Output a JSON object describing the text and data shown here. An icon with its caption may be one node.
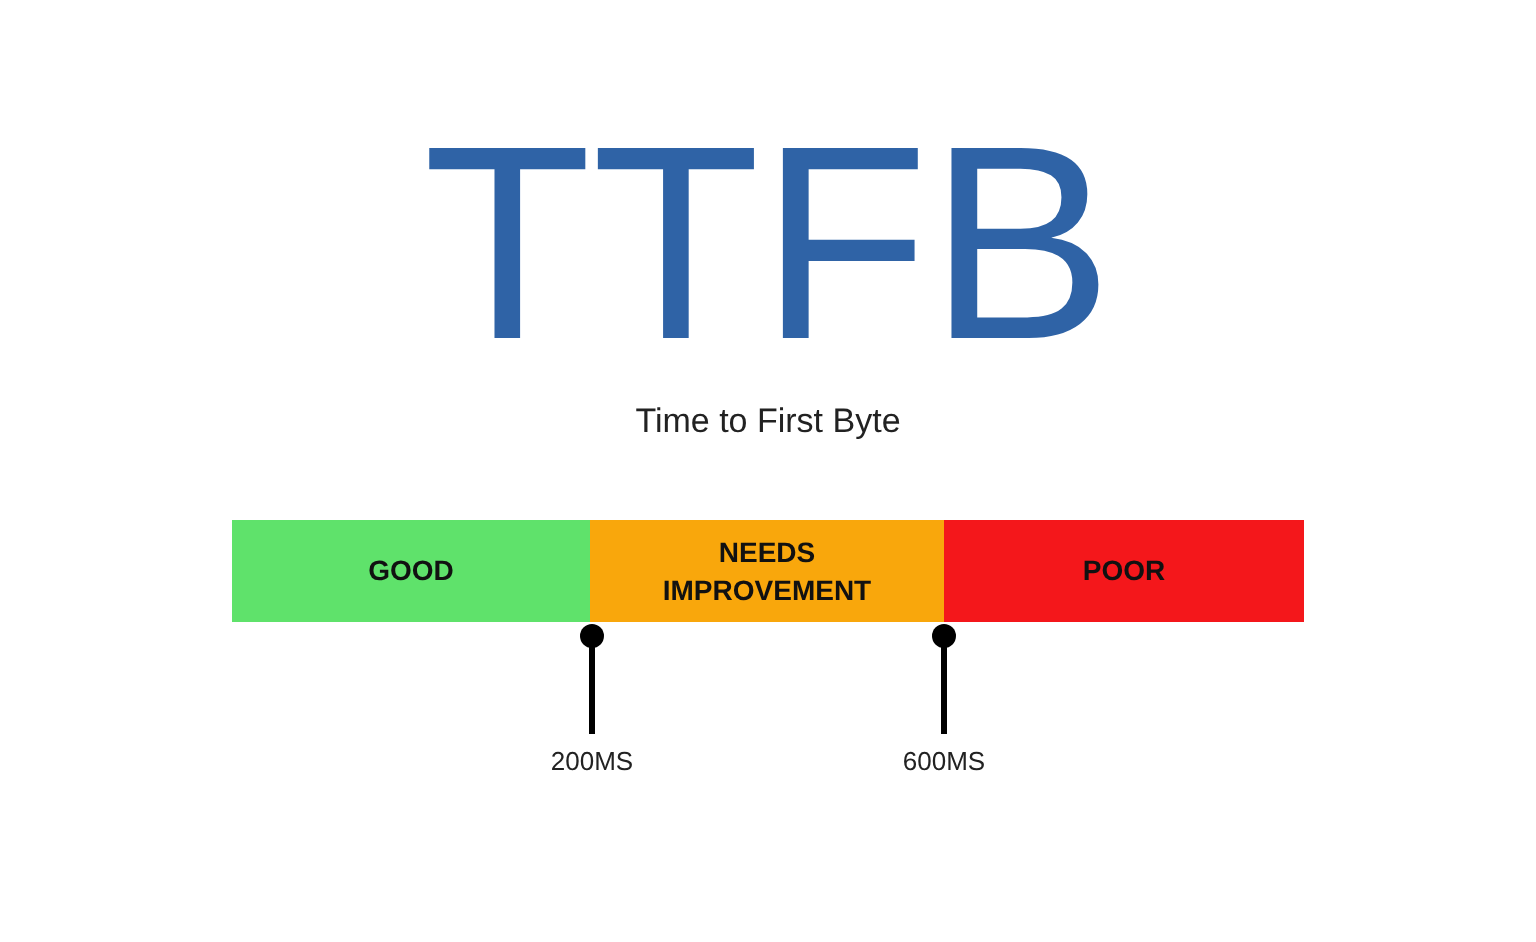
{
  "diagram": {
    "title": "TTFB",
    "nodes": [
      {
        "text": [
          "GOOD"
        ]
      },
      {
        "text": [
          "NEEDS IMPROVEMENT"
        ]
      },
      {
        "text": [
          "POOR"
        ]
      }
    ],
    "labels": [
      "Time to First Byte",
      "200MS",
      "600MS"
    ]
  }
}
